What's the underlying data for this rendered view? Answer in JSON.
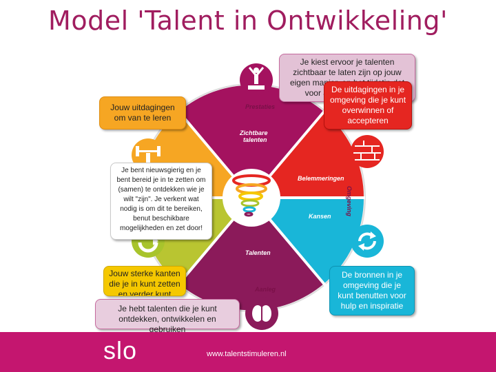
{
  "title": "Model 'Talent in Ontwikkeling'",
  "wheel": {
    "prestaties": "Prestaties",
    "zichtbare_line1": "Zichtbare",
    "zichtbare_line2": "talenten",
    "belemmeringen": "Belemmeringen",
    "omgeving": "Omgeving",
    "kansen": "Kansen",
    "talenten": "Talenten",
    "aanleg": "Aanleg"
  },
  "callouts": {
    "zichtbaar": "Je kiest ervoor je talenten zichtbaar te laten zijn op jouw eigen manier, op het tijdstip dat voor anderen zichtbaar",
    "uitdagingen_omgeving": "De uitdagingen in je omgeving die je kunt overwinnen of accepteren",
    "uitdagingen_leren": "Jouw uitdagingen om van te leren",
    "nieuwsgierig": "Je bent nieuwsgierig en je bent bereid je in te zetten om (samen) te ontdekken wie je wilt \"zijn\". Je verkent wat nodig is om dit te bereiken, benut beschikbare mogelijkheden en zet door!",
    "sterke_kanten": "Jouw sterke kanten die je in kunt zetten en verder kunt",
    "talenten": "Je hebt talenten die je kunt ontdekken, ontwikkelen en gebruiken",
    "bronnen": "De bronnen in je omgeving die je kunt benutten voor hulp en inspiratie"
  },
  "footer": {
    "logo": "slo",
    "url": "www.talentstimuleren.nl"
  },
  "colors": {
    "accent": "#c4166f",
    "magenta": "#a4125f",
    "orange": "#f6a623",
    "yellow": "#f5c800",
    "green": "#a8c42c",
    "red": "#e52621",
    "cyan": "#19b6d8",
    "purple": "#8b1a5a"
  }
}
